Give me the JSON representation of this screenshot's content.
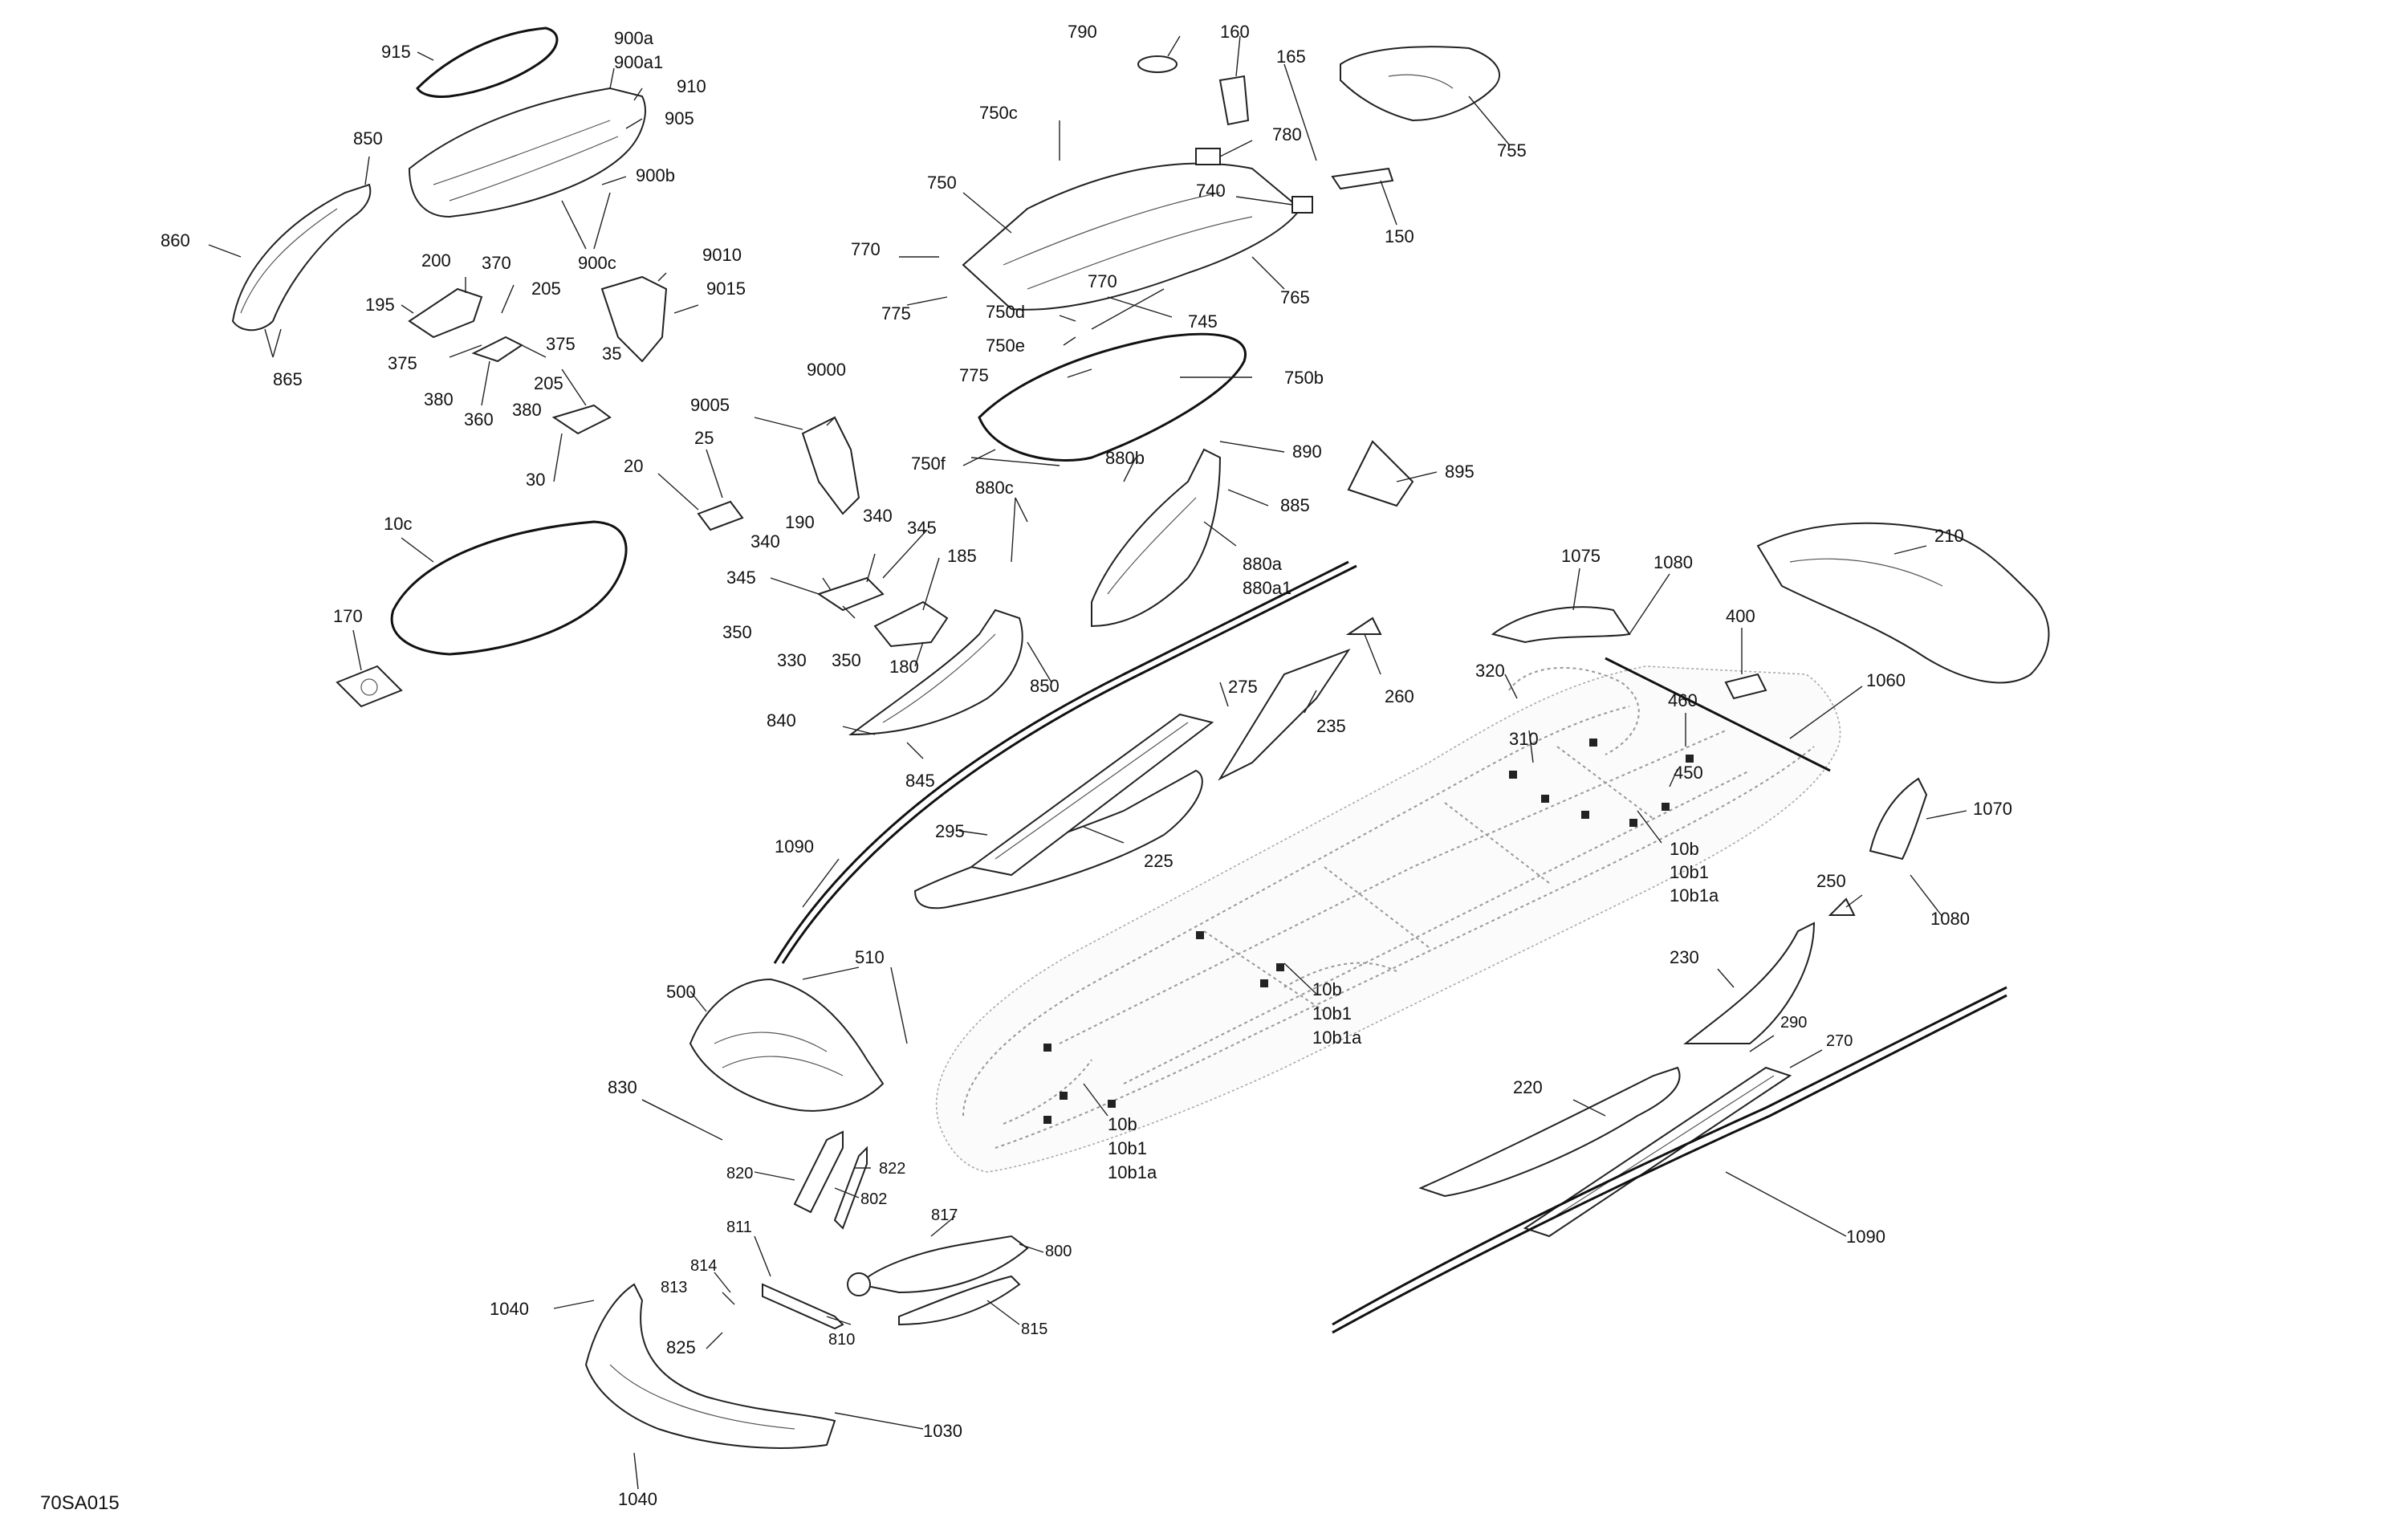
{
  "diagram": {
    "code": "70SA015",
    "labels": {
      "l915": "915",
      "l900a": "900a",
      "l900a1": "900a1",
      "l910": "910",
      "l905": "905",
      "l900b": "900b",
      "l900c": "900c",
      "l850a": "850",
      "l860": "860",
      "l865": "865",
      "l200": "200",
      "l370": "370",
      "l205a": "205",
      "l195": "195",
      "l375a": "375",
      "l375b": "375",
      "l205b": "205",
      "l380a": "380",
      "l360": "360",
      "l380b": "380",
      "l35": "35",
      "l30": "30",
      "l9010": "9010",
      "l9015": "9015",
      "l9000": "9000",
      "l9005": "9005",
      "l25": "25",
      "l20": "20",
      "l10c": "10c",
      "l170": "170",
      "l190": "190",
      "l340a": "340",
      "l340b": "340",
      "l345a": "345",
      "l345b": "345",
      "l185": "185",
      "l350a": "350",
      "l330": "330",
      "l350b": "350",
      "l180": "180",
      "l840": "840",
      "l845": "845",
      "l850b": "850",
      "l790": "790",
      "l160": "160",
      "l165": "165",
      "l755": "755",
      "l750c": "750c",
      "l780": "780",
      "l750": "750",
      "l740": "740",
      "l150": "150",
      "l770a": "770",
      "l765": "765",
      "l775a": "775",
      "l750d": "750d",
      "l745": "745",
      "l750e": "750e",
      "l770b": "770",
      "l775b": "775",
      "l750b": "750b",
      "l750f": "750f",
      "l880b": "880b",
      "l890": "890",
      "l880c": "880c",
      "l885": "885",
      "l895": "895",
      "l880a": "880a",
      "l880a1": "880a1",
      "l275": "275",
      "l260": "260",
      "l235": "235",
      "l295": "295",
      "l225": "225",
      "l1090a": "1090",
      "l210": "210",
      "l1075": "1075",
      "l1080a": "1080",
      "l400": "400",
      "l320": "320",
      "l1060": "1060",
      "l310": "310",
      "l460": "460",
      "l450": "450",
      "l1070": "1070",
      "l10b_a": "10b",
      "l10b1_a": "10b1",
      "l10b1a_a": "10b1a",
      "l1080b": "1080",
      "l250": "250",
      "l230": "230",
      "l10b_b": "10b",
      "l10b1_b": "10b1",
      "l10b1a_b": "10b1a",
      "l290": "290",
      "l270": "270",
      "l500": "500",
      "l510": "510",
      "l220": "220",
      "l830": "830",
      "l10b_c": "10b",
      "l10b1_c": "10b1",
      "l10b1a_c": "10b1a",
      "l822": "822",
      "l820": "820",
      "l802": "802",
      "l817": "817",
      "l811": "811",
      "l800": "800",
      "l814": "814",
      "l813": "813",
      "l1040a": "1040",
      "l825": "825",
      "l810": "810",
      "l815": "815",
      "l1090b": "1090",
      "l1030": "1030",
      "l1040b": "1040"
    }
  }
}
